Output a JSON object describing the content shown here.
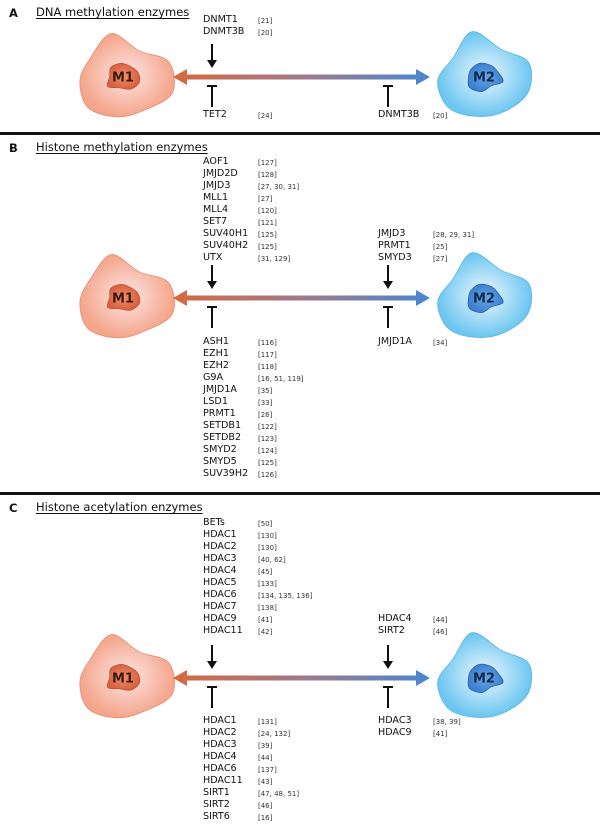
{
  "cells": {
    "m1_label": "M1",
    "m2_label": "M2",
    "m1_color": "#f4a58a",
    "m2_color": "#6cc6f0",
    "m1_nucleus": "#d9603e",
    "m2_nucleus": "#3a7fcf"
  },
  "arrow_colors": {
    "left": "#d9683f",
    "right": "#4a86cf"
  },
  "sections": [
    {
      "letter": "A",
      "title": "DNA methylation enzymes",
      "m1_promote": [
        {
          "name": "DNMT1",
          "ref": "[21]"
        },
        {
          "name": "DNMT3B",
          "ref": "[20]"
        }
      ],
      "m1_inhibit": [
        {
          "name": "TET2",
          "ref": "[24]"
        }
      ],
      "m2_promote": [],
      "m2_inhibit": [
        {
          "name": "DNMT3B",
          "ref": "[20]"
        }
      ]
    },
    {
      "letter": "B",
      "title": "Histone methylation enzymes",
      "m1_promote": [
        {
          "name": "AOF1",
          "ref": "[127]"
        },
        {
          "name": "JMJD2D",
          "ref": "[128]"
        },
        {
          "name": "JMJD3",
          "ref": "[27, 30, 31]"
        },
        {
          "name": "MLL1",
          "ref": "[27]"
        },
        {
          "name": "MLL4",
          "ref": "[120]"
        },
        {
          "name": "SET7",
          "ref": "[121]"
        },
        {
          "name": "SUV40H1",
          "ref": "[125]"
        },
        {
          "name": "SUV40H2",
          "ref": "[125]"
        },
        {
          "name": "UTX",
          "ref": "[31, 129]"
        }
      ],
      "m1_inhibit": [
        {
          "name": "ASH1",
          "ref": "[116]"
        },
        {
          "name": "EZH1",
          "ref": "[117]"
        },
        {
          "name": "EZH2",
          "ref": "[118]"
        },
        {
          "name": "G9A",
          "ref": "[16, 51, 119]"
        },
        {
          "name": "JMJD1A",
          "ref": "[35]"
        },
        {
          "name": "LSD1",
          "ref": "[33]"
        },
        {
          "name": "PRMT1",
          "ref": "[26]"
        },
        {
          "name": "SETDB1",
          "ref": "[122]"
        },
        {
          "name": "SETDB2",
          "ref": "[123]"
        },
        {
          "name": "SMYD2",
          "ref": "[124]"
        },
        {
          "name": "SMYD5",
          "ref": "[125]"
        },
        {
          "name": "SUV39H2",
          "ref": "[126]"
        }
      ],
      "m2_promote": [
        {
          "name": "JMJD3",
          "ref": "[28, 29, 31]"
        },
        {
          "name": "PRMT1",
          "ref": "[25]"
        },
        {
          "name": "SMYD3",
          "ref": "[27]"
        }
      ],
      "m2_inhibit": [
        {
          "name": "JMJD1A",
          "ref": "[34]"
        }
      ]
    },
    {
      "letter": "C",
      "title": "Histone acetylation enzymes",
      "m1_promote": [
        {
          "name": "BETs",
          "ref": "[50]"
        },
        {
          "name": "HDAC1",
          "ref": "[130]"
        },
        {
          "name": "HDAC2",
          "ref": "[130]"
        },
        {
          "name": "HDAC3",
          "ref": "[40, 62]"
        },
        {
          "name": "HDAC4",
          "ref": "[45]"
        },
        {
          "name": "HDAC5",
          "ref": "[133]"
        },
        {
          "name": "HDAC6",
          "ref": "[134, 135, 136]"
        },
        {
          "name": "HDAC7",
          "ref": "[138]"
        },
        {
          "name": "HDAC9",
          "ref": "[41]"
        },
        {
          "name": "HDAC11",
          "ref": "[42]"
        }
      ],
      "m1_inhibit": [
        {
          "name": "HDAC1",
          "ref": "[131]"
        },
        {
          "name": "HDAC2",
          "ref": "[24, 132]"
        },
        {
          "name": "HDAC3",
          "ref": "[39]"
        },
        {
          "name": "HDAC4",
          "ref": "[44]"
        },
        {
          "name": "HDAC6",
          "ref": "[137]"
        },
        {
          "name": "HDAC11",
          "ref": "[43]"
        },
        {
          "name": "SIRT1",
          "ref": "[47, 48, 51]"
        },
        {
          "name": "SIRT2",
          "ref": "[46]"
        },
        {
          "name": "SIRT6",
          "ref": "[16]"
        }
      ],
      "m2_promote": [
        {
          "name": "HDAC4",
          "ref": "[44]"
        },
        {
          "name": "SIRT2",
          "ref": "[46]"
        }
      ],
      "m2_inhibit": [
        {
          "name": "HDAC3",
          "ref": "[38, 39]"
        },
        {
          "name": "HDAC9",
          "ref": "[41]"
        }
      ]
    }
  ]
}
